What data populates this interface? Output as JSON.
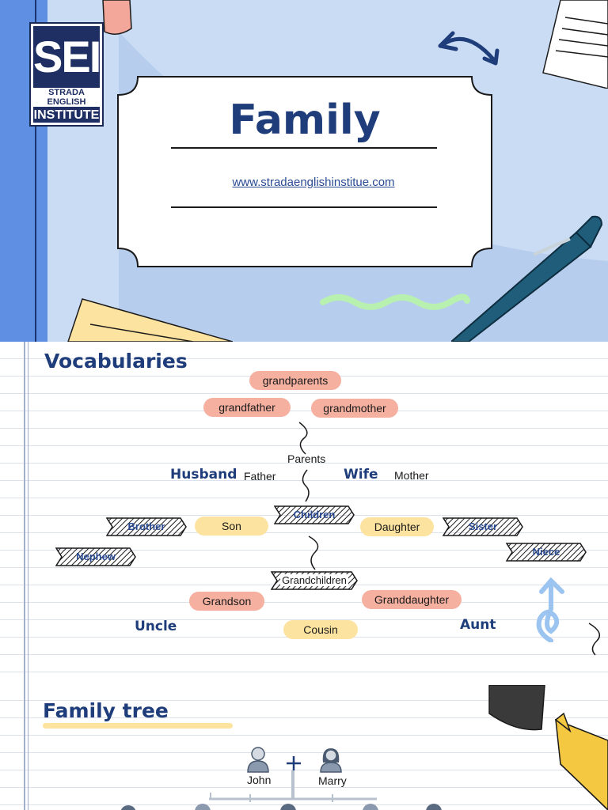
{
  "header": {
    "logo": {
      "letters": "SEI",
      "line1": "STRADA ENGLISH",
      "line2": "INSTITUTE"
    },
    "title": "Family",
    "url": "www.stradaenglishinstitue.com"
  },
  "vocab": {
    "heading": "Vocabularies",
    "grandparents": "grandparents",
    "grandfather": "grandfather",
    "grandmother": "grandmother",
    "parents": "Parents",
    "husband": "Husband",
    "father": "Father",
    "wife": "Wife",
    "mother": "Mother",
    "brother": "Brother",
    "son": "Son",
    "children": "Children",
    "daughter": "Daughter",
    "sister": "Sister",
    "nephew": "Nephew",
    "niece": "Niece",
    "grandchildren": "Grandchildren",
    "grandson": "Grandson",
    "granddaughter": "Granddaughter",
    "uncle": "Uncle",
    "cousin": "Cousin",
    "aunt": "Aunt"
  },
  "tree": {
    "heading": "Family tree",
    "people": [
      {
        "name": "John"
      },
      {
        "name": "Marry"
      }
    ]
  }
}
